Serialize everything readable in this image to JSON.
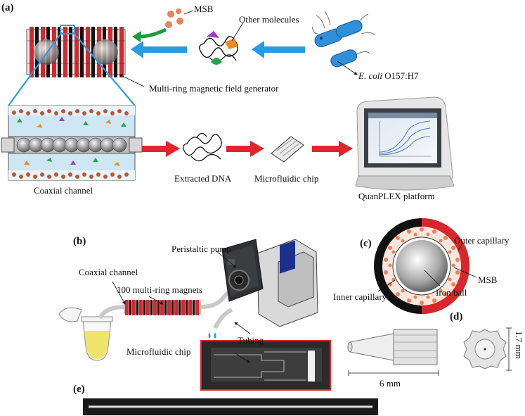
{
  "colors": {
    "arrow_blue": "#2b9be0",
    "arrow_red": "#e0262c",
    "arrow_green": "#1a9d3c",
    "magnet_red": "#d9262a",
    "msb_orange": "#e8835a",
    "ecoli_blue": "#2f8fd8",
    "liquid_yellow": "#f1e46a"
  },
  "panels": {
    "a": "(a)",
    "b": "(b)",
    "c": "(c)",
    "d": "(d)",
    "e": "(e)"
  },
  "labels_a": {
    "msb": "MSB",
    "other_molecules": "Other molecules",
    "ecoli_italic": "E. coli",
    "ecoli_strain": " O157:H7",
    "generator": "Multi-ring magnetic field generator",
    "coaxial": "Coaxial channel",
    "dna": "Extracted DNA",
    "chip": "Microfluidic chip",
    "platform": "QuanPLEX platform"
  },
  "labels_b": {
    "pump": "Peristaltic pump",
    "coaxial": "Coaxial channel",
    "magnets": "100 multi-ring magnets",
    "tubing": "Tubing",
    "chip": "Microfluidic chip"
  },
  "labels_c": {
    "outer": "Outer capillary",
    "msb": "MSB",
    "inner": "Inner capillary",
    "ball": "Iron ball"
  },
  "labels_d": {
    "width": "6 mm",
    "height": "1.7 mm"
  }
}
